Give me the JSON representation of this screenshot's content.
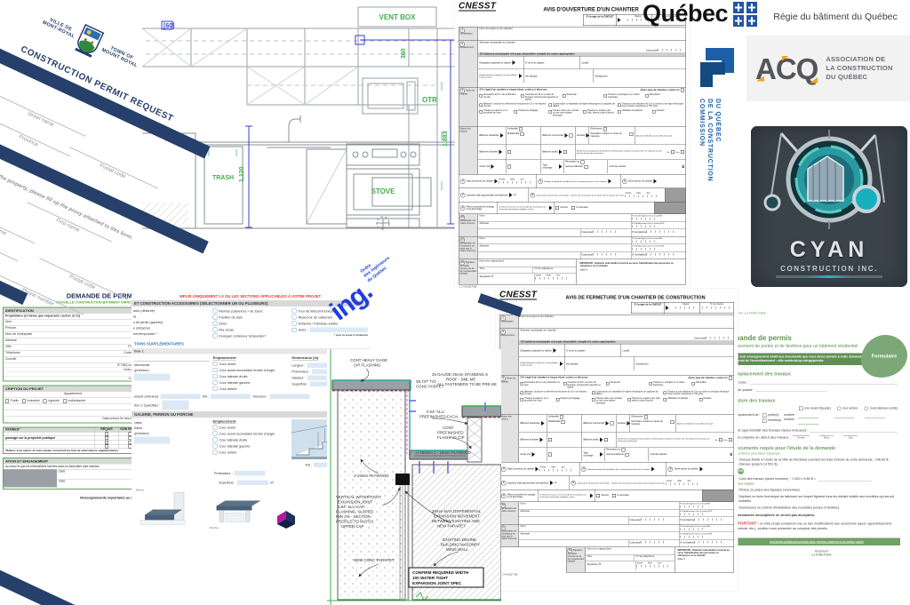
{
  "colors": {
    "navy": "#26406b",
    "drawing_green": "#3fae49",
    "dim_blue": "#3a43d6",
    "warn_red": "#e03a2f",
    "ccq_blue": "#1b5fa5",
    "acq_orange": "#f5a31c",
    "cyan_teal": "#2bb3bd",
    "form_green": "#6f9e62",
    "input_blue": "#dbe8f5"
  },
  "tmr": {
    "ville1": "VILLE DE",
    "ville2": "MONT-ROYAL",
    "town1": "TOWN OF",
    "town2": "MOUNT ROYAL",
    "title": "CONSTRUCTION PERMIT REQUEST",
    "note": "the property, please fill up the proxy attached to this form.",
    "f1": "Street name",
    "f2": "Province",
    "f3": "Postal code",
    "f4": "First name",
    "f5": "Street name",
    "f6": "Province",
    "f7": "Postal code",
    "f8": "Phone number"
  },
  "kitchen": {
    "vent": "VENT BOX",
    "otr": "OTR",
    "trash": "TRASH",
    "stove": "STOVE",
    "d1": "1,120",
    "d2": "1,883",
    "d3": "360",
    "d4": "[60]"
  },
  "gov": {
    "wordmark": "Québec",
    "rbq": "Régie du bâtiment du Québec"
  },
  "ccq": {
    "l1": "COMMISSION",
    "l2": "DE LA CONSTRUCTION",
    "l3": "DU QUÉBEC"
  },
  "acq": {
    "abbr": "ACQ",
    "n1": "ASSOCIATION DE",
    "n2": "LA CONSTRUCTION",
    "n3": "DU QUÉBEC"
  },
  "cyan": {
    "name": "CYAN",
    "sub": "CONSTRUCTION INC."
  },
  "cnesst": {
    "brand": "CNESST",
    "open_title": "AVIS D'OUVERTURE D'UN CHANTIER",
    "close_title": "AVIS DE FERMETURE D'UN CHANTIER DE CONSTRUCTION",
    "usage": "À l'usage de la CNESST",
    "region": "Région",
    "no_chantier": "N° de chantier",
    "nums": [
      "1",
      "2",
      "3",
      "4",
      "5",
      "6",
      "7",
      "8",
      "9",
      "10",
      "11",
      "12"
    ],
    "s1": "Identification",
    "nom_projet": "Nom du projet ou du chantier",
    "s2": "Emplacement",
    "adresse": "Adresse municipale du chantier",
    "code_postal": "Code postal",
    "si_adresse": "Si l'adresse municipale n'est pas disponible, remplir les cases appropriées",
    "designation": "Désignation cadastrale du chantier",
    "no_lot": "N° de lot du cadastre",
    "localite": "Localité",
    "empl_rel": "Emplacement par rapport à la voie publique la plus proche",
    "voie": "Voie publique",
    "emplacement": "Emplacement",
    "s3": "Genre de chantier",
    "risque": "S'il s'agit d'un chantier à risque élevé, cocher ci-dessous :",
    "autre_type": "Autre type de chantier, cocher ici",
    "risks1": [
      "Excavation de 6 m de profondeur ou plus",
      "Tranchée de 30 m ou plus de longueur (comprenant aqueduc et égout)",
      "Souterrain",
      "Travaux en plongée et en milieu hyperbare",
      "Démolition"
    ],
    "risks2": [
      "Bâtiment, structure ou élément de structure de 10 m de hauteur ou plus",
      "Construction ou réparation de lignes électriques ou supports de câbles",
      "Travaux à une distance de 3 m ou moins d'une ligne électrique d'une tension supérieure à 750 volts"
    ],
    "risks3": [
      "Travaux au-dessus ou à proximité de l'eau",
      "Travaux de dragage",
      "Travaux dans une centrale ou une sous-station électrique",
      "Travaux en espace clos (silo, citerne, puits d'accès)",
      "Utilisation d'explosifs",
      "Amiante"
    ],
    "s4": "Nature des travaux",
    "nature": {
      "res": "Bâtiment résidentiel",
      "uni": "Unifamilial",
      "multi": "Multifamilial",
      "comm": "Bâtiment commercial",
      "ind": "Bâtiment industriel",
      "pub": "Bâtiment public",
      "genie": "Génie civil",
      "type": "Type d'ouvrage",
      "reno": "Rénovation ou",
      "neuf": "nouveau bâtiment",
      "amiante": "Amiante",
      "enlev": "Enlèvement",
      "demo": "Démolition mettant en cause de l'amiante",
      "annexer": "Annexer méthodes et procédés de travail",
      "programme": "Existence d'un programme de formation et d'information conforme à l'article 2.20.7 du Code de sécurité pour les travaux de construction",
      "oui": "Oui",
      "non": "Non",
      "cout": "Coût des travaux",
      "dollar": "$"
    },
    "dates": {
      "ouverture": "Date d'ouverture du chantier",
      "annee": "Année",
      "mois": "Mois",
      "jour": "Jour",
      "nb": "Nombre maximal de travailleurs de la construction prévus sur le chantier",
      "duree": "Durée prévue du chantier",
      "superficie": "Superficie totale approximative des bâtiments",
      "m2": "m²",
      "fermeture": "Date prévue de fermeture du chantier : chantier de construction d'une durée prévue de plus d'un mois",
      "plans": "Plans et procédés de montage et de démontage",
      "si_article": "Si l'article 2.4.1, par. 2 et 3, du Code de sécurité pour les travaux de construction s'applique, cocher",
      "soumis": "Soumis",
      "a_soumettre": "À soumettre"
    },
    "ident": {
      "maitre": "Identification du maître d'œuvre",
      "employeur": "Identification de l'employeur (si autre que le maître d'œuvre)",
      "nom": "Nom",
      "adr": "Adresse",
      "tel": "N° de téléphone",
      "entite": "N° d'entité légale (s'il est connu)",
      "enl": "ENL",
      "etab": "N° d'établissement (s'il est connu)",
      "etn": "ETN"
    },
    "sig": {
      "label": "Signature du maître d'œuvre ou de son représentant désigné",
      "nom_maj": "Nom (en majuscules)",
      "titre": "Titre",
      "tel": "N° de téléphone",
      "signature": "Signature",
      "x": "X",
      "important": "IMPORTANT : Détacher cette feuille et inscrire au verso l'identification des personnes ou entreprises sur le chantier.",
      "suite": "Suite"
    },
    "open_footer": "1 2 4 5 (2017-06)",
    "close_footer": "1 2 4 8 (2017-06)"
  },
  "demande": {
    "title": "DEMANDE DE PERMIS",
    "subtitle": "NOUVELLE CONSTRUCTION BÂTIMENT PRINCIPAL",
    "s1": "IDENTIFICATION",
    "prop": "Propriétaire (si même que requérant, cochez ici ☐)",
    "r1": "Nom",
    "r2": "Prénom",
    "r3": "Nom de l'entreprise",
    "r4": "Adresse",
    "r5": "Ville",
    "r6": "Province",
    "r7": "Téléphone",
    "r8": "Code postal",
    "r9": "Courriel",
    "rbq": "N° RBQ ou NEQ",
    "cp": "Code postal",
    "tel": "Tél.",
    "courriel": "Courriel",
    "s2": "CRIPTION DU PROJET",
    "apt": "Appartement",
    "t1": "Public",
    "t2": "Industriel",
    "t3": "Agricole",
    "t4": "Institutionnel",
    "date_fin": "Date prévue fin des travaux",
    "s3": "NTAIRES*",
    "requis": "REQUIS",
    "non_requis": "NON REQUIS",
    "passage": "passage sur la propriété publique",
    "footnote": "*Référez-vous auprès de notre équipe concernant les frais de autorisations supplémentaires",
    "s4": "ATION ET ENGAGEMENT",
    "attest": "au verso et que les informations fournies dans ce formulaire sont exactes.",
    "date": "Date",
    "footer": "Renseignements importants au verso"
  },
  "acc": {
    "warn": "MPLIR UNIQUEMENT LA OU LES SECTIONS APPLICABLES À VOTRE PROJET.",
    "h1": "ET CONSTRUCTION ACCESSOIRES (SÉLECTIONNER UN OU PLUSIEURS)",
    "col1": [
      "auto (détaché)",
      "la",
      "n de jardin (gazebo)",
      "e (détaché)",
      "ent temporaire *"
    ],
    "col2": [
      "Remise (cabanon) + de 18mc",
      "Pavillon de bain",
      "Serre",
      "Mur écran",
      "Kiosque/ conteneur temporaire*"
    ],
    "col3": [
      "Tour de télécommunication",
      "Réservoir de carburant",
      "Éolienne / Panneau solaire",
      "Autre :"
    ],
    "note": "* pour la vente à l'extérieur",
    "h2": "TIONS SUPPLÉMENTAIRES",
    "sec1": "tion 1",
    "sec2": "tion 2 Spécifiez :",
    "emplacement": "Emplacement",
    "empl": [
      "Cour avant",
      "Cour avant secondaire terrain d'angle",
      "Cour latérale droite",
      "Cour latérale gauche",
      "Cour arrière"
    ],
    "dims": "Dimensions (m)",
    "largeur": "Largeur :",
    "profondeur": "Profondeur :",
    "hauteur": "Hauteur :",
    "superficie": "Superficie :",
    "m2": "m²",
    "structurale": "structurale",
    "precisez": "(précisez) :",
    "ext": "ement extérieur)",
    "toit": "Toit :",
    "structure": "Structure :",
    "h3": "GALERIE, PERRON OU PORCHE",
    "vises": "visés",
    "tubes": "tubes",
    "perron": "Perron",
    "porche": "Porche"
  },
  "ing": {
    "name": "ing.",
    "o1": "Ordre",
    "o2": "des ingénieurs",
    "o3": "du Québec"
  },
  "detail": {
    "notes": [
      "CONT HEAVY GAGE",
      "CIP FLASHING",
      "38,737' T/O",
      "CONC PARPET",
      "26 GAUGE 25mm STANDING S",
      "ROOF - SML ME",
      "ALL FASTENERS TO BE PRE-SE",
      "0.04\" ALU",
      "PREFINISHED-FACIA",
      "CONT",
      "PREFINISHED",
      "FLASHING CIP",
      "+/-200mm 2 - 19mm PLYWOOD",
      "2-19mm PLYWOOD",
      "VERTICAL WATERTIGHT",
      "EXPANSION JOINT",
      "0.04\" ALU CAP",
      "FLASHING, SLOPED",
      "MIN 2% - SECTION",
      "PROFILE TO MATCH",
      "UPPER CAP",
      "30mm MAX DIFFERENTIAL",
      "EXPANSION MOVEMENT",
      "BETWEEN EXISTING AND",
      "NEW PARAPET",
      "EXISTING DEVINE",
      "BUILDING MASONRY",
      "WING WALL",
      "NEW CONC PARAPET",
      "CONFIRM REQUIRED WIDTH",
      "100 WATER TIGHT",
      "EXPANSION JOINT SPEC"
    ]
  },
  "green": {
    "borough": "emont—La Petite-Patrie",
    "blob": "Formulaire",
    "title": "mande de permis",
    "subtitle": "placement de portes et de fenêtres pour un bâtiment résidentiel",
    "banner": "ur tout renseignement relatif aux documents que vous devez joindre à votre demande, référez-vous au site ternet de l'arrondissement : ville.montreal.qc.ca/rpp/permis.",
    "s1": "Emplacement des travaux",
    "adresse": "Adresse :",
    "cp": "Code postal :",
    "s2": "Nature des travaux",
    "mur1": "mur avant (façade)",
    "mur2": "mur arrière",
    "mur3": "murs latéraux (côté)",
    "rempl": "Remplacement de :",
    "portes": "porte(s)",
    "fenetres": "fenêtre(s)",
    "nombre": "nombre :",
    "cout": "Coût approximatif des travaux (taxes incluses) :",
    "date_debut": "Date projetée du début des travaux :",
    "annee": "Année",
    "mois": "Mois",
    "jour": "Jour",
    "s3": "Documents requis pour l'étude de la demande",
    "montant": "e montant le plus élevé s'applique",
    "d1": "Chèque libellé à l'ordre de la Ville de Montréal couvrant les frais d'étude de votre demande : 146,00 $ (travaux jusqu'à 14 591 $)",
    "ou": "OU",
    "d2": "Coût des travaux (taxes incluses) ÷ 1 000 x 9,80 $ =",
    "copies": "n deux copies :",
    "d3": "Photos ou plans des façades concernées",
    "d4": "Dépliant ou fiche technique du fabricant sur lequel figurent tous les détails relatifs aux modèles qui seront installés.",
    "d5": "Soumission ou contrat d'installation des nouvelles portes et fenêtres",
    "refus": "es demandes incomplètes ne seront pas acceptées.",
    "imp": "IMPORTANT :",
    "imp_txt": "si votre projet comprend une ou des modifications aux ouvertures (ajout, agrandissement, fermeture, etc.), veuillez vous présenter au comptoir des permis.",
    "link": "montreal.ca/lieux/comptoir-des-permis-rosemont-la-petite-patrie",
    "footer1": "Rosemont",
    "footer2": "La Petite-Patrie"
  }
}
